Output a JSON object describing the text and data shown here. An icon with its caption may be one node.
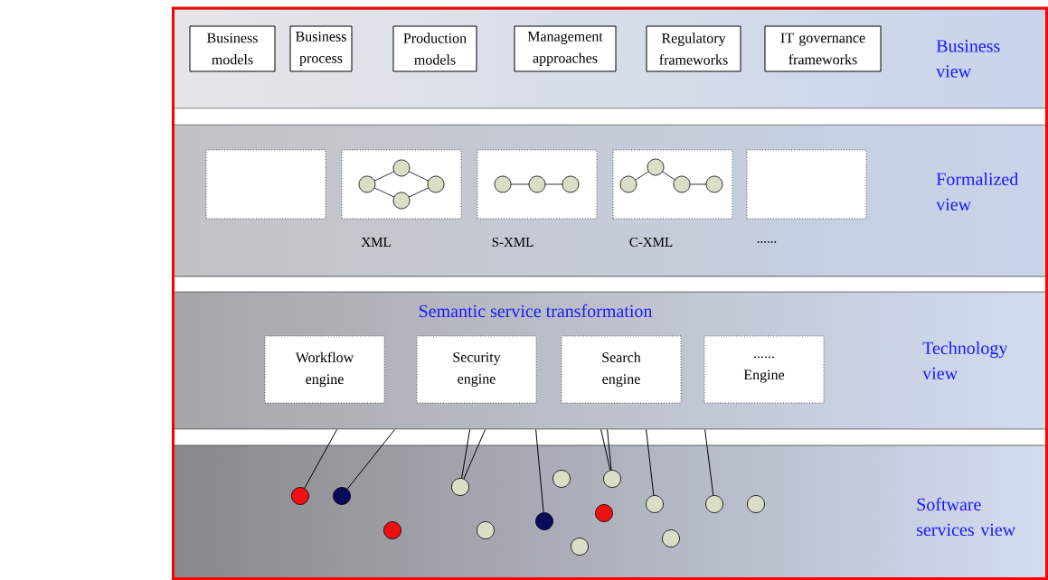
{
  "diagram": {
    "nodes": [
      {
        "text": [
          "Business view"
        ]
      },
      {
        "text": [
          "Business models"
        ],
        "in": 0
      },
      {
        "text": [
          "Business process"
        ],
        "in": 0
      },
      {
        "text": [
          "Production models"
        ],
        "in": 0
      },
      {
        "text": [
          "Management approaches"
        ],
        "in": 0
      },
      {
        "text": [
          "Regulatory frameworks"
        ],
        "in": 0
      },
      {
        "text": [
          "IT governance frameworks"
        ],
        "in": 0
      },
      {
        "text": [
          "Formalized view"
        ]
      },
      {
        "text": [],
        "shape": "box",
        "in": 7
      },
      {
        "text": [],
        "shape": "box",
        "in": 7,
        "beside": [
          "XML"
        ]
      },
      {
        "text": [],
        "shape": "box",
        "in": 7,
        "beside": [
          "S-XML"
        ]
      },
      {
        "text": [],
        "shape": "box",
        "in": 7,
        "beside": [
          "C-XML"
        ]
      },
      {
        "text": [],
        "shape": "box",
        "in": 7,
        "beside": [
          "......"
        ]
      },
      {
        "text": [
          "Semantic service transformation",
          "Technology view"
        ]
      },
      {
        "text": [
          "Workflow engine"
        ],
        "in": 13
      },
      {
        "text": [
          "Security engine"
        ],
        "in": 13
      },
      {
        "text": [
          "Search engine"
        ],
        "in": 13
      },
      {
        "text": [
          "...... Engine"
        ],
        "in": 13
      },
      {
        "text": [
          "Software services view"
        ]
      },
      {
        "text": [],
        "shape": "circle",
        "in": 18
      },
      {
        "text": [],
        "shape": "circle",
        "in": 18
      },
      {
        "text": [],
        "shape": "circle",
        "in": 18
      },
      {
        "text": [],
        "shape": "circle",
        "in": 18
      },
      {
        "text": [],
        "shape": "circle",
        "in": 18
      },
      {
        "text": [],
        "shape": "circle",
        "in": 18
      },
      {
        "text": [],
        "shape": "circle",
        "in": 18
      },
      {
        "text": [],
        "shape": "circle",
        "in": 18
      },
      {
        "text": [],
        "shape": "circle",
        "in": 18
      },
      {
        "text": [],
        "shape": "circle",
        "in": 18
      },
      {
        "text": [],
        "shape": "circle",
        "in": 18
      },
      {
        "text": [],
        "shape": "circle",
        "in": 18
      },
      {
        "text": [],
        "shape": "circle",
        "in": 18
      },
      {
        "text": [],
        "shape": "circle",
        "in": 18
      }
    ],
    "edges": [
      {
        "from": 13,
        "to": 19,
        "arrow": "none"
      },
      {
        "from": 13,
        "to": 20,
        "arrow": "none"
      },
      {
        "from": 13,
        "to": 22,
        "arrow": "none"
      },
      {
        "from": 13,
        "to": 22,
        "arrow": "none"
      },
      {
        "from": 13,
        "to": 24,
        "arrow": "none"
      },
      {
        "from": 13,
        "to": 28,
        "arrow": "none"
      },
      {
        "from": 13,
        "to": 28,
        "arrow": "none"
      },
      {
        "from": 13,
        "to": 29,
        "arrow": "none"
      },
      {
        "from": 13,
        "to": 31,
        "arrow": "none"
      }
    ]
  }
}
